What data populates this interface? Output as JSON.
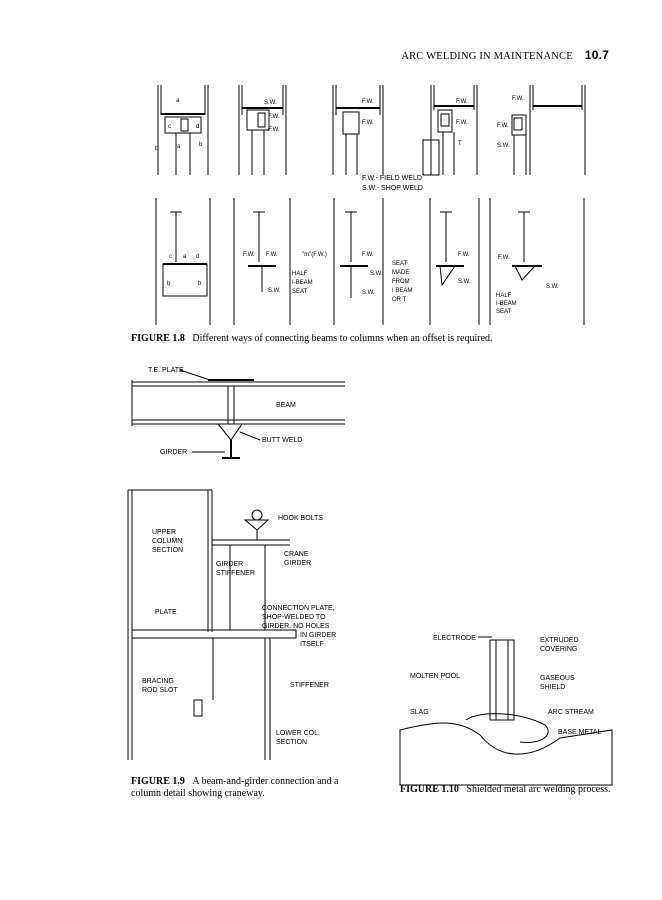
{
  "header": {
    "running_title": "ARC WELDING IN MAINTENANCE",
    "page_number": "10.7"
  },
  "figure_1_8": {
    "caption_label": "FIGURE 1.8",
    "caption_text": "Different ways of connecting beams to columns when an offset is required.",
    "legend_fw": "F.W.- FIELD WELD",
    "legend_sw": "S.W.- SHOP WELD",
    "labels": {
      "a": "a",
      "b": "b",
      "c": "c",
      "d": "d",
      "sw": "S.W.",
      "fw": "F.W.",
      "t": "T",
      "m_fw": "\"m\"(F.W.)",
      "half_ibeam_seat_1": "HALF",
      "half_ibeam_seat_2": "I-BEAM",
      "half_ibeam_seat_3": "SEAT",
      "seat_made_1": "SEAT",
      "seat_made_2": "MADE",
      "seat_made_3": "FROM",
      "seat_made_4": "I BEAM",
      "seat_made_5": "OR T"
    }
  },
  "figure_beam_girder": {
    "te_plate": "T.E. PLATE",
    "beam": "BEAM",
    "butt_weld": "BUTT WELD",
    "girder": "GIRDER"
  },
  "figure_1_9": {
    "caption_label": "FIGURE 1.9",
    "caption_line1": "A beam-and-girder connection and a",
    "caption_line2": "column detail showing craneway.",
    "labels": {
      "hook_bolts": "HOOK BOLTS",
      "upper_col_1": "UPPER",
      "upper_col_2": "COLUMN",
      "upper_col_3": "SECTION",
      "crane_1": "CRANE",
      "crane_2": "GIRDER",
      "girder_stiff_1": "GIRDER",
      "girder_stiff_2": "STIFFENER",
      "conn_1": "CONNECTION PLATE,",
      "conn_2": "SHOP-WELDED TO",
      "conn_3": "GIRDER. NO HOLES",
      "conn_4": "IN GIRDER",
      "conn_5": "ITSELF",
      "plate": "PLATE",
      "bracing_1": "BRACING",
      "bracing_2": "ROD SLOT",
      "stiffener": "STIFFENER",
      "lower_1": "LOWER COL.",
      "lower_2": "SECTION"
    }
  },
  "figure_1_10": {
    "caption_label": "FIGURE 1.10",
    "caption_text": "Shielded metal arc welding process.",
    "labels": {
      "electrode": "ELECTRODE",
      "extruded_1": "EXTRUDED",
      "extruded_2": "COVERING",
      "molten_pool": "MOLTEN POOL",
      "gaseous_1": "GASEOUS",
      "gaseous_2": "SHIELD",
      "slag": "SLAG",
      "arc_stream": "ARC STREAM",
      "base_metal": "BASE METAL"
    }
  }
}
